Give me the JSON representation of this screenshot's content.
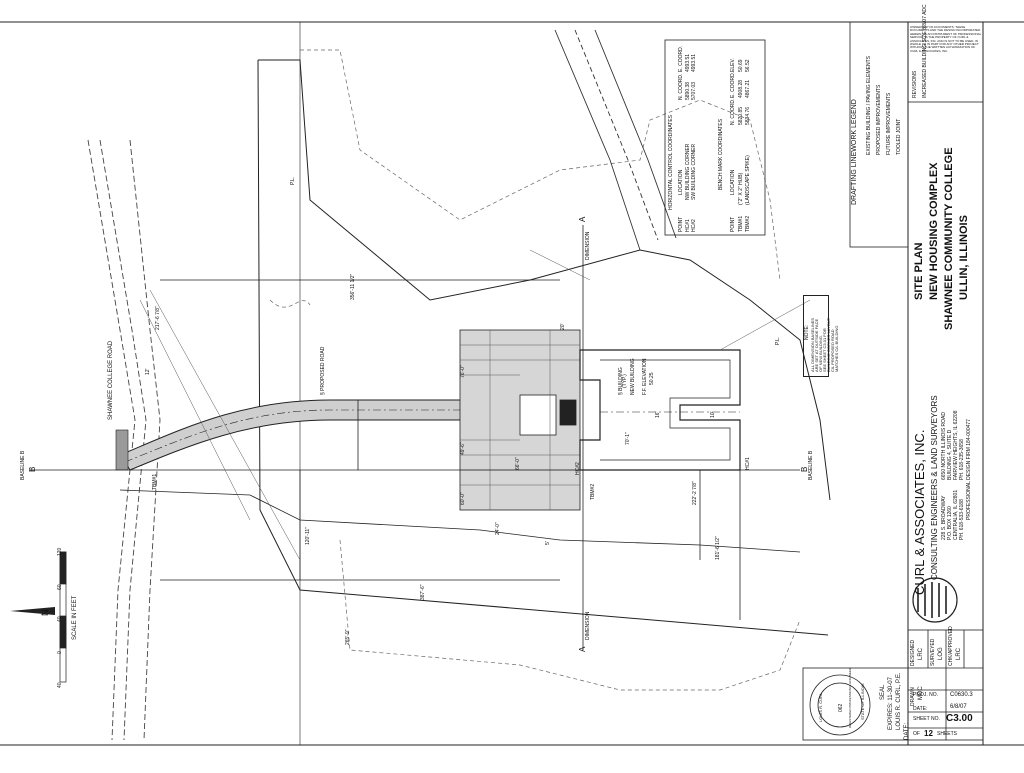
{
  "project": {
    "title": "SITE PLAN",
    "name": "NEW HOUSING COMPLEX",
    "client": "SHAWNEE COMMUNITY COLLEGE",
    "location": "ULLIN, ILLINOIS"
  },
  "firm": {
    "name": "CURL & ASSOCIATES, INC.",
    "tagline": "CONSULTING ENGINEERS & LAND SURVEYORS",
    "addr1": "228 S. BROADWAY",
    "addr2": "P.O. BOX 1260",
    "addr3": "CENTRALIA, IL 62801",
    "phone": "PH. 618-533-6188",
    "addr4": "6650 NORTH ILLINOIS ROAD",
    "addr5": "BUILDING 4, SUITE D",
    "addr6": "FAIRVIEW HEIGHTS, IL 62208",
    "phone2": "PH. 618-235-3658",
    "license": "PROFESSIONAL DESIGN FIRM 184-000477"
  },
  "titleblock": {
    "designed_label": "DESIGNED",
    "designed": "LRC",
    "drawn_label": "DRAWN",
    "drawn": "MDC",
    "surveyed_label": "SURVEYED",
    "surveyed": "LOG",
    "checked_label": "CHK/APPROVED",
    "checked": "LRC",
    "proj_label": "PROJ. NO.",
    "proj": "C0630.3",
    "date_label": "DATE:",
    "date": "6/8/07",
    "sheet_label": "SHEET NO.",
    "sheet": "C3.00",
    "of_label": "OF",
    "of": "12",
    "sheets_label": "SHEETS"
  },
  "seal": {
    "label": "SEAL",
    "expires": "EXPIRES: 11-30-07",
    "engineer": "LOUIS R. CURL, P.E.",
    "date_label": "DATE:",
    "ring1": "LOUIS R. CURL",
    "ring2": "062",
    "ring3": "REGISTERED PROFESSIONAL ENGINEER",
    "ring4": "STATE OF ILLINOIS"
  },
  "revisions": {
    "label": "REVISIONS",
    "row": "INCREASED BUILDING SIZE    8/8/07 ADC"
  },
  "copyright": "OWNERSHIP OF DOCUMENTS: THESE DOCUMENTS AND THE DESIGN INCORPORATED HEREIN, AS AN INSTRUMENT OF PROFESSIONAL SERVICE, IS THE PROPERTY OF CURL & ASSOCIATES, INC. AND IS NOT TO BE USED, IN WHOLE OR IN PART FOR ANY OTHER PROJECT WITHOUT THE WRITTEN AUTHORIZATION OF CURL & ASSOCIATES, INC.",
  "legend": {
    "title": "DRAFTING LINEWORK LEGEND",
    "items": [
      "EXISTING BUILDING / PAVING ELEMENTS",
      "PROPOSED IMPROVEMENTS",
      "FUTURE IMPROVEMENTS",
      "TOOLED JOINT"
    ]
  },
  "hcoords": {
    "title": "HORIZONTAL CONTROL COORDINATES",
    "headers": [
      "POINT",
      "LOCATION",
      "N. COORD.",
      "E. COORD."
    ],
    "rows": [
      [
        "HC#1",
        "NW BUILDING CORNER",
        "5890.38",
        "4993.51"
      ],
      [
        "HC#2",
        "SW BUILDING CORNER",
        "5707.03",
        "4993.51"
      ]
    ]
  },
  "bench": {
    "title": "BENCH MARK COORDINATES",
    "headers": [
      "POINT",
      "LOCATION",
      "N. COORD.",
      "E. COORD.",
      "ELEV."
    ],
    "rows": [
      [
        "TBM#1",
        "(\"2\" X 2\" HUB)",
        "5820.85",
        "4908.28",
        "50.69"
      ],
      [
        "TBM#2",
        "(LANDSCAPE SPIKE)",
        "5834.76",
        "4867.21",
        "56.52"
      ]
    ]
  },
  "note": {
    "title": "NOTE:",
    "lines": [
      "ALL DIMENSION BASELINES",
      "ARE SET AT OUTSIDE FACE",
      "OF NEW BUILDING.",
      "SEE SHEET C3.01 FOR",
      "BUILDING CORNER LAYOUT",
      "C/L PROPOSED ROAD",
      "MATCHES C/L BUILDING"
    ]
  },
  "scale": {
    "label": "SCALE IN FEET",
    "ticks": [
      "0",
      "40",
      "60",
      "120"
    ],
    "left": "40"
  },
  "north": "N",
  "labels": {
    "road": "SHAWNEE COLLEGE ROAD",
    "proposed_road": "§ PROPOSED ROAD",
    "building": "§ BUILDING",
    "new_building": "NEW BUILDING",
    "ffe": "F.F. ELEVATION",
    "ffe_val": "50.25",
    "baseline_b": "BASELINE B",
    "dimension": "DIMENSION",
    "baseline_a": "A",
    "section_b": "B",
    "pl": "P.L.",
    "tbm1": "TBM#1",
    "tbm2": "TBM#2",
    "hc1": "HC#1",
    "hc2": "HC#2",
    "typ": "(TYP.)",
    "dims": [
      "356'-11 1/2\"",
      "387'-6\"",
      "265'-9\"",
      "217'-6 7/8\"",
      "181'-6 1/2\"",
      "222'-2 7/8\"",
      "120'-11\"",
      "60'-0\"",
      "76'-0\"",
      "70'-1\"",
      "24'-0\"",
      "49'-6\"",
      "66'-0\"",
      "16'",
      "12'",
      "10'",
      "20'",
      "5'"
    ]
  }
}
